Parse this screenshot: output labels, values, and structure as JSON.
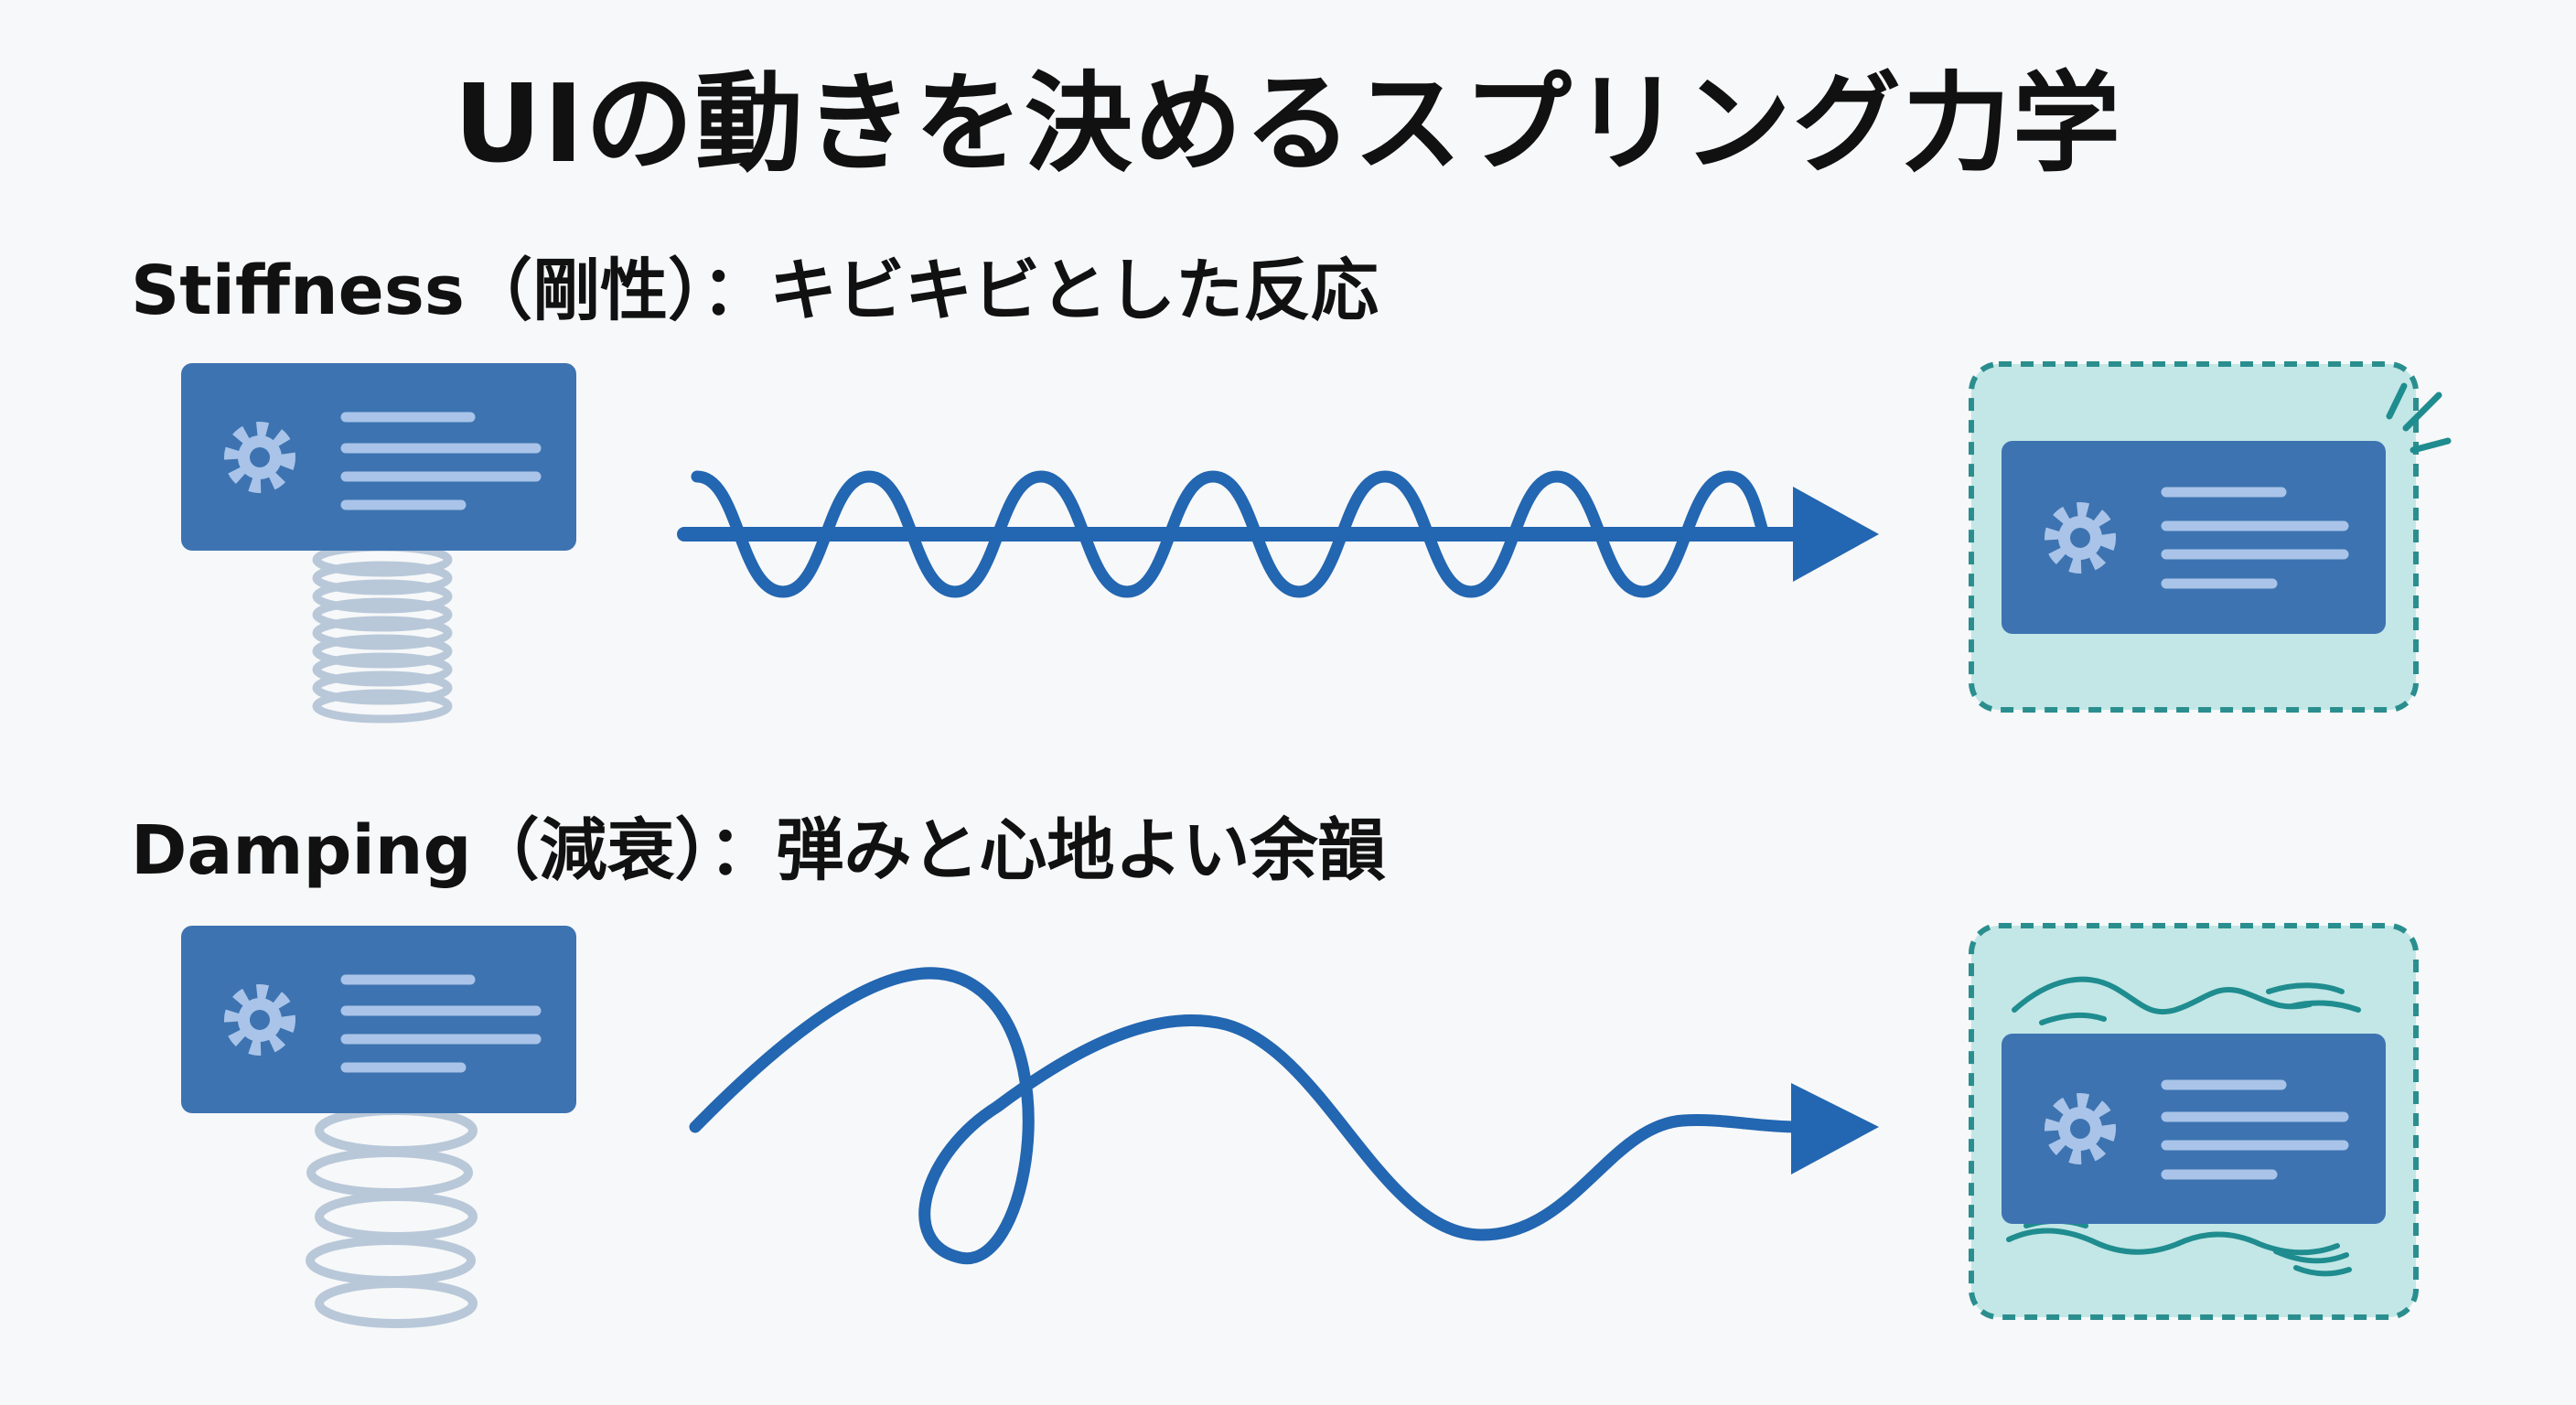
{
  "title": "UIの動きを決めるスプリング力学",
  "stiffness": {
    "heading": "Stiffness（剛性）：キビキビとした反応"
  },
  "damping": {
    "heading": "Damping（減衰）：弾みと心地よい余韻"
  },
  "colors": {
    "card": "#3d73b1",
    "card_lines": "#a9c4e8",
    "arrow": "#2366b1",
    "spring": "#b8c8d9",
    "target_bg": "#c2e7e6",
    "target_border": "#2b8e8e",
    "vibration": "#1f8c8f"
  },
  "icons": [
    "gear-icon",
    "spring-coil-icon",
    "arrow-icon",
    "impact-lines-icon",
    "wave-lines-icon"
  ]
}
